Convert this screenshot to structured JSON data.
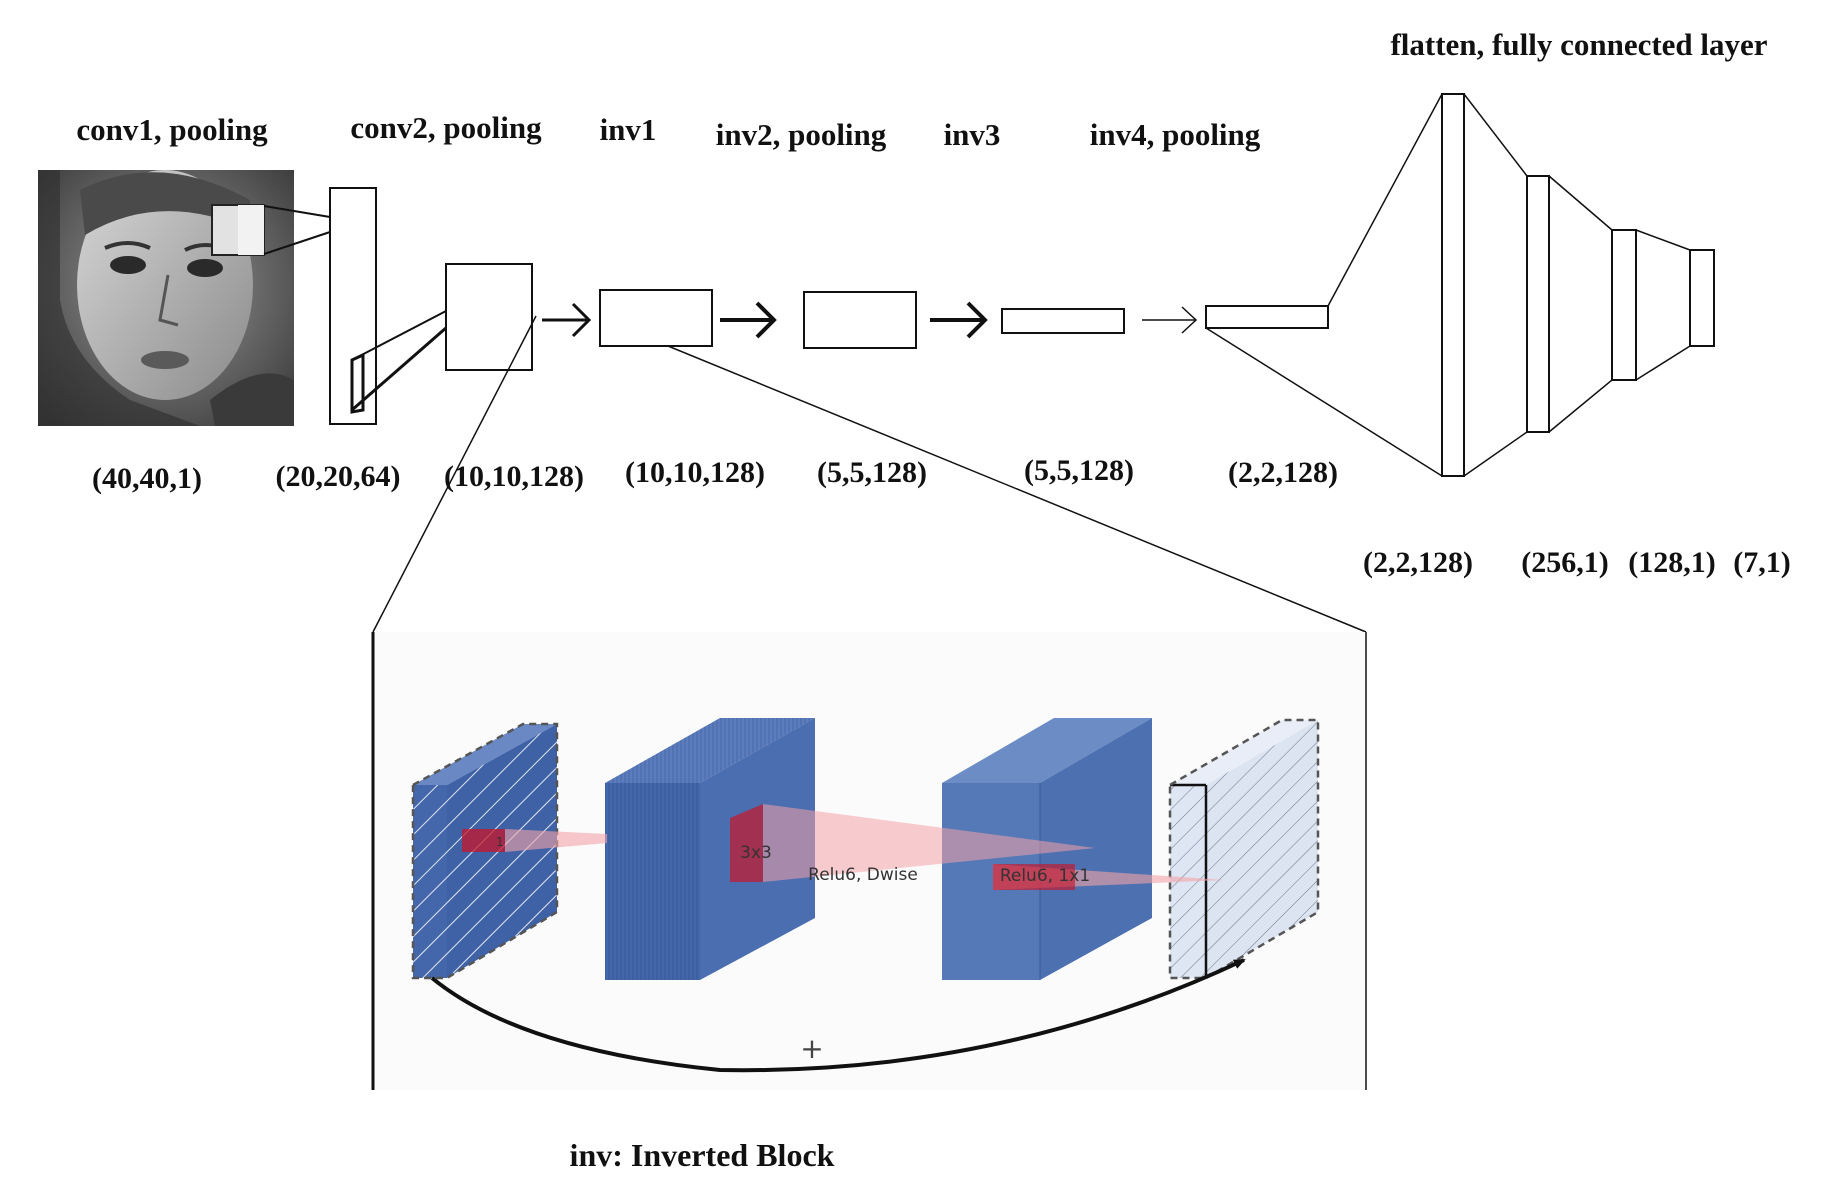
{
  "stage_labels": {
    "conv1": "conv1, pooling",
    "conv2": "conv2, pooling",
    "inv1": "inv1",
    "inv2": "inv2, pooling",
    "inv3": "inv3",
    "inv4": "inv4, pooling",
    "fc": "flatten, fully connected layer"
  },
  "shape_labels": {
    "input": "(40,40,1)",
    "conv1": "(20,20,64)",
    "conv2": "(10,10,128)",
    "inv1": "(10,10,128)",
    "inv2": "(5,5,128)",
    "inv3": "(5,5,128)",
    "inv4": "(2,2,128)",
    "fc_flatten": "(2,2,128)",
    "fc_256": "(256,1)",
    "fc_128": "(128,1)",
    "fc_7": "(7,1)"
  },
  "inverted_block": {
    "expand_label": "1",
    "kernel_label": "3x3",
    "dwise_label": "Relu6, Dwise",
    "project_label": "Relu6, 1x1",
    "residual_label": "+",
    "caption": "inv: Inverted Block"
  },
  "icons": [
    "face-photo",
    "arrow-right",
    "residual-arrow"
  ],
  "colors": {
    "block_blue": "#4e72b3",
    "block_blue_dark": "#3a5a96",
    "block_pale": "#dfe6f3",
    "kernel_red": "#c8162a",
    "projection_pink": "#f4a3a8"
  }
}
